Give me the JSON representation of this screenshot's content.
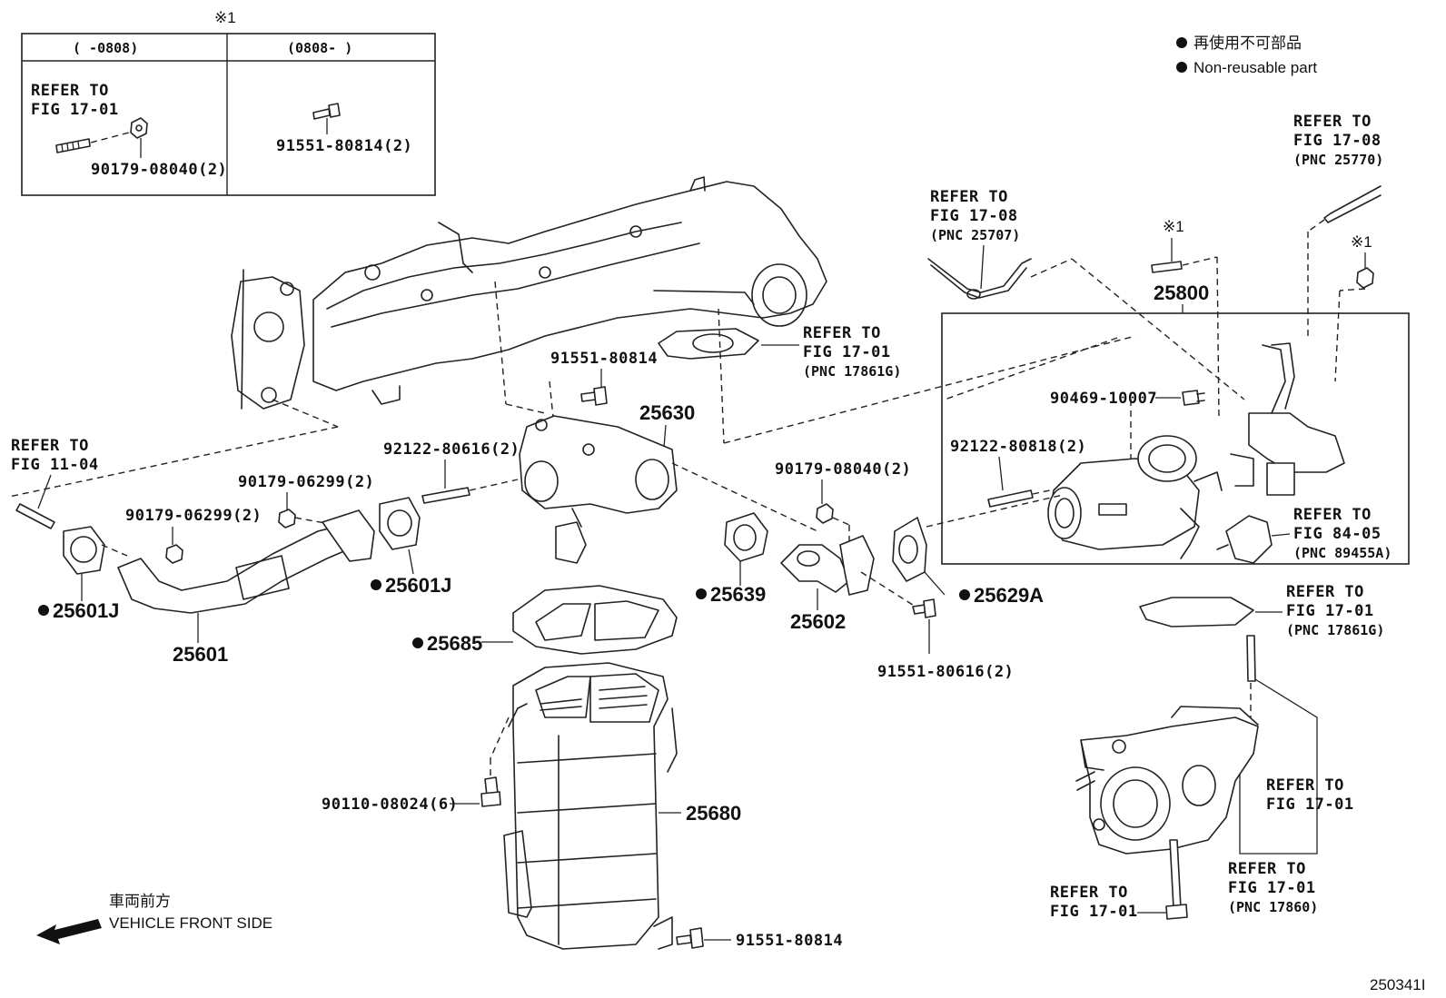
{
  "legend": {
    "line1": "再使用不可部品",
    "line2": "Non-reusable part"
  },
  "inset": {
    "mark": "※1",
    "col1_header": "(     -0808)",
    "col2_header": "(0808-      )",
    "refer_line1": "REFER TO",
    "refer_line2": "FIG 17-01",
    "part_left": "90179-08040(2)",
    "part_right": "91551-80814(2)"
  },
  "refs": {
    "fig1708_a": {
      "l1": "REFER TO",
      "l2": "FIG 17-08",
      "l3": "(PNC 25770)"
    },
    "fig1708_b": {
      "l1": "REFER TO",
      "l2": "FIG 17-08",
      "l3": "(PNC 25707)"
    },
    "fig1701_a": {
      "l1": "REFER TO",
      "l2": "FIG 17-01",
      "l3": "(PNC 17861G)"
    },
    "fig1104": {
      "l1": "REFER TO",
      "l2": "FIG 11-04"
    },
    "fig8405": {
      "l1": "REFER TO",
      "l2": "FIG 84-05",
      "l3": "(PNC 89455A)"
    },
    "fig1701_b": {
      "l1": "REFER TO",
      "l2": "FIG 17-01",
      "l3": "(PNC 17861G)"
    },
    "fig1701_c": {
      "l1": "REFER TO",
      "l2": "FIG 17-01"
    },
    "fig1701_d": {
      "l1": "REFER TO",
      "l2": "FIG 17-01",
      "l3": "(PNC 17860)"
    },
    "fig1701_e": {
      "l1": "REFER TO",
      "l2": "FIG 17-01"
    }
  },
  "marks": {
    "m1": "※1",
    "m2": "※1"
  },
  "parts": {
    "p25800": "25800",
    "p25630": "25630",
    "p91551_80814_a": "91551-80814",
    "p90469": "90469-10007",
    "p92122_80818": "92122-80818(2)",
    "p92122_80616": "92122-80616(2)",
    "p90179_06299_a": "90179-06299(2)",
    "p90179_06299_b": "90179-06299(2)",
    "p90179_08040": "90179-08040(2)",
    "p25601J_a": "25601J",
    "p25601J_b": "25601J",
    "p25601": "25601",
    "p25639": "25639",
    "p25602": "25602",
    "p25629A": "25629A",
    "p91551_80616": "91551-80616(2)",
    "p25685": "25685",
    "p90110": "90110-08024(6)",
    "p25680": "25680",
    "p91551_80814_b": "91551-80814"
  },
  "footer": {
    "front_jp": "車両前方",
    "front_en": "VEHICLE FRONT SIDE",
    "code": "250341I"
  }
}
